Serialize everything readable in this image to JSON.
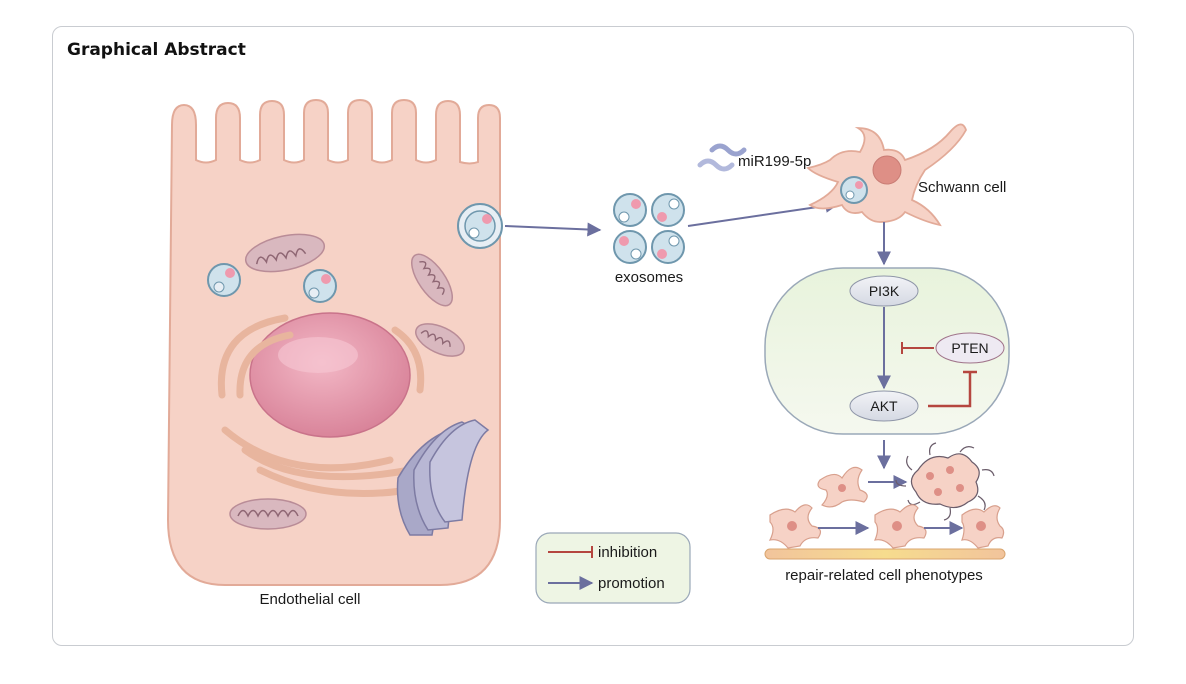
{
  "header": {
    "title": "Graphical Abstract"
  },
  "labels": {
    "endothelial_cell": "Endothelial cell",
    "exosomes": "exosomes",
    "mirna": "miR199-5p",
    "schwann_cell": "Schwann cell",
    "pi3k": "PI3K",
    "pten": "PTEN",
    "akt": "AKT",
    "phenotypes": "repair-related cell phenotypes"
  },
  "legend": {
    "inhibition": "inhibition",
    "promotion": "promotion"
  },
  "colors": {
    "cell_fill": "#f6d2c6",
    "cell_stroke": "#e2aa98",
    "nucleus": "#de8fa3",
    "arrow_promotion": "#6b6f9e",
    "arrow_inhibition": "#b5463f",
    "pathway_bg": "#eef5e4",
    "legend_bg": "#eef5e4"
  }
}
